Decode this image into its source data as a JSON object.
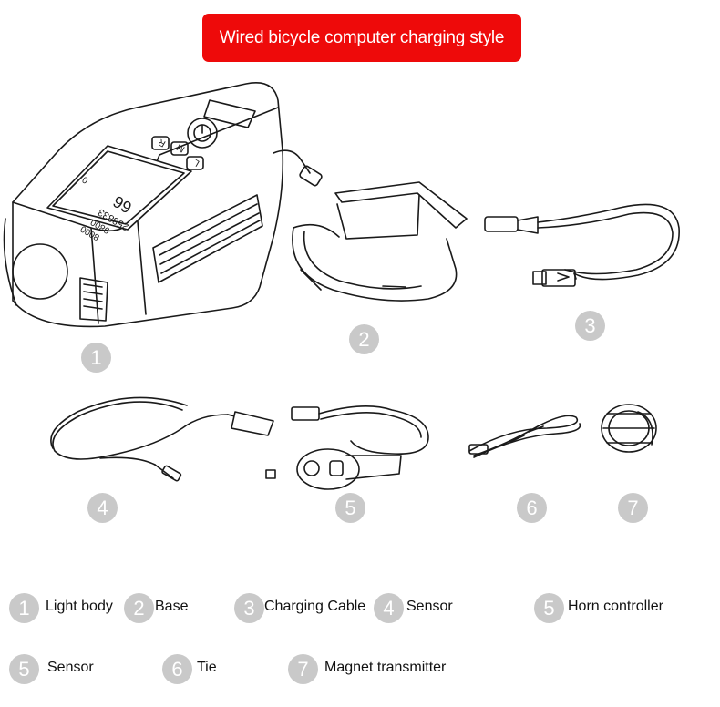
{
  "banner": {
    "title": "Wired bicycle computer charging style"
  },
  "display": {
    "speed": "66",
    "odometer": "258833",
    "trip": "9800",
    "time": "8000",
    "small": "0"
  },
  "buttons": {
    "l": "L",
    "m": "M",
    "r": "R"
  },
  "image_badges": [
    "1",
    "2",
    "3",
    "4",
    "5",
    "6",
    "7"
  ],
  "legend": [
    {
      "num": "1",
      "label": "Light body"
    },
    {
      "num": "2",
      "label": "Base"
    },
    {
      "num": "3",
      "label": "Charging Cable"
    },
    {
      "num": "4",
      "label": "Sensor"
    },
    {
      "num": "5",
      "label": "Horn controller"
    },
    {
      "num": "5",
      "label": "Sensor"
    },
    {
      "num": "6",
      "label": "Tie"
    },
    {
      "num": "7",
      "label": "Magnet transmitter"
    }
  ],
  "colors": {
    "banner": "#ee0a0a",
    "badge": "#c9c9c9",
    "line": "#1a1a1a"
  }
}
